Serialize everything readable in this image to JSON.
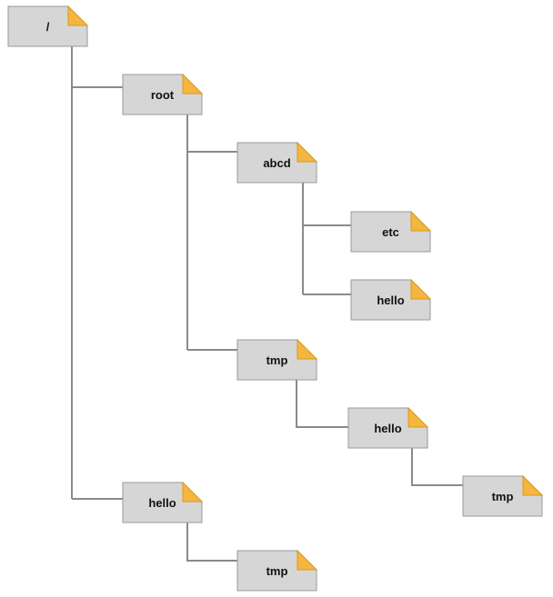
{
  "diagram": {
    "type": "directory-tree",
    "colors": {
      "node_fill": "#d6d6d6",
      "node_stroke": "#9a9a9a",
      "fold_fill": "#f5b63f",
      "fold_stroke": "#d99a1e",
      "connector": "#8a8a8a",
      "label": "#111111"
    },
    "nodes": [
      {
        "id": "n1",
        "label": "/",
        "parent": null,
        "icon": "file-icon"
      },
      {
        "id": "n2",
        "label": "root",
        "parent": "n1",
        "icon": "file-icon"
      },
      {
        "id": "n3",
        "label": "abcd",
        "parent": "n2",
        "icon": "file-icon"
      },
      {
        "id": "n4",
        "label": "etc",
        "parent": "n3",
        "icon": "file-icon"
      },
      {
        "id": "n5",
        "label": "hello",
        "parent": "n3",
        "icon": "file-icon"
      },
      {
        "id": "n6",
        "label": "tmp",
        "parent": "n2",
        "icon": "file-icon"
      },
      {
        "id": "n7",
        "label": "hello",
        "parent": "n6",
        "icon": "file-icon"
      },
      {
        "id": "n8",
        "label": "tmp",
        "parent": "n7",
        "icon": "file-icon"
      },
      {
        "id": "n9",
        "label": "hello",
        "parent": "n1",
        "icon": "file-icon"
      },
      {
        "id": "n10",
        "label": "tmp",
        "parent": "n9",
        "icon": "file-icon"
      }
    ]
  }
}
